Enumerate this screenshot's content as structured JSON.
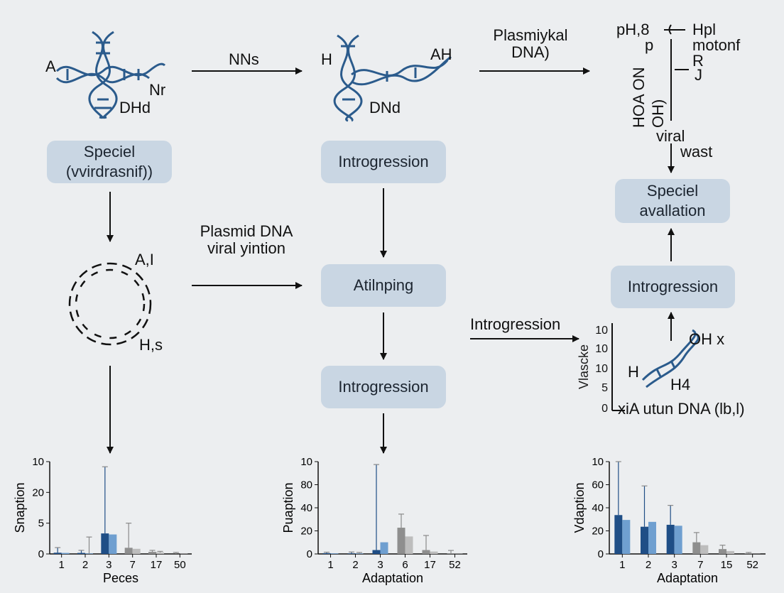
{
  "colors": {
    "dark_blue": "#1f4e86",
    "light_blue": "#6f9fd0",
    "dark_gray": "#8e8e8e",
    "light_gray": "#bdbdbd",
    "box": "#c9d6e3",
    "helix": "#2b5b8c"
  },
  "top": {
    "left": {
      "labels": {
        "a": "A",
        "nr": "Nr",
        "dhd": "DHd"
      }
    },
    "arrow1_label": "NNs",
    "middle": {
      "labels": {
        "h": "H",
        "ah": "AH",
        "dnd": "DNd"
      }
    },
    "arrow2_label": "Plasmiykal DNA)",
    "right": {
      "ph8": "pH,8",
      "p": "p",
      "hpl": "Hpl",
      "motonf": "motonf",
      "r": "R",
      "j": "J",
      "hoa": "HOA ON",
      "oh": "OH)",
      "viral": "viral",
      "wast": "wast"
    }
  },
  "boxes": {
    "speciel_left": "Speciel (vvirdrasnif))",
    "introgression_top": "Introgression",
    "atilnping": "Atilnping",
    "introgression_mid": "Introgression",
    "speciel_right": "Speciel avallation",
    "introgression_right": "Introgression"
  },
  "plasmid": {
    "a_label": "A,I",
    "h_label": "H,s"
  },
  "mid_arrow_label": "Plasmid DNA viral yintion",
  "intro_arrow_label": "Introgression",
  "small_plot": {
    "ylabel": "Vlascke",
    "yticks": [
      "10",
      "10",
      "10",
      "5",
      "0"
    ],
    "h_label": "H",
    "h4_label": "H4",
    "oh_label": "OH x",
    "caption": "xiA utun DNA (lb,l)"
  },
  "chart_data": [
    {
      "type": "bar",
      "ylabel": "Snaption",
      "xlabel": "Peces",
      "categories": [
        "1",
        "2",
        "3",
        "7",
        "17",
        "50"
      ],
      "yticks": [
        "10",
        "20",
        "5",
        "0"
      ],
      "series": [
        {
          "values": [
            1.2,
            1,
            20,
            6,
            2,
            0
          ],
          "err": [
            5,
            2.5,
            65,
            24,
            1.5,
            1.5
          ]
        },
        {
          "values": [
            1,
            0.5,
            19,
            5,
            1.5,
            0.3
          ],
          "err": [
            0,
            16,
            0,
            0,
            1,
            0
          ]
        }
      ]
    },
    {
      "type": "bar",
      "ylabel": "Puaption",
      "xlabel": "Adaptation",
      "categories": [
        "1",
        "2",
        "3",
        "6",
        "17",
        "52"
      ],
      "yticks": [
        "10",
        "80",
        "40",
        "20",
        "0"
      ],
      "series": [
        {
          "values": [
            0.8,
            0.5,
            4,
            27,
            4,
            0.6
          ],
          "err": [
            1,
            1.5,
            88,
            14,
            15,
            3
          ]
        },
        {
          "values": [
            0.6,
            0.5,
            12,
            18,
            2.5,
            0.3
          ],
          "err": [
            0,
            1,
            0,
            0,
            0,
            0
          ]
        }
      ]
    },
    {
      "type": "bar",
      "ylabel": "Vdaption",
      "xlabel": "Adaptation",
      "categories": [
        "1",
        "2",
        "3",
        "7",
        "15",
        "52"
      ],
      "yticks": [
        "10",
        "60",
        "40",
        "20",
        "0"
      ],
      "series": [
        {
          "values": [
            40,
            28,
            30,
            12,
            5,
            0.5
          ],
          "err": [
            70,
            42,
            20,
            10,
            4,
            1
          ]
        },
        {
          "values": [
            35,
            33,
            29,
            9,
            3,
            0.2
          ],
          "err": [
            0,
            0,
            0,
            0,
            0,
            0
          ]
        }
      ]
    }
  ]
}
